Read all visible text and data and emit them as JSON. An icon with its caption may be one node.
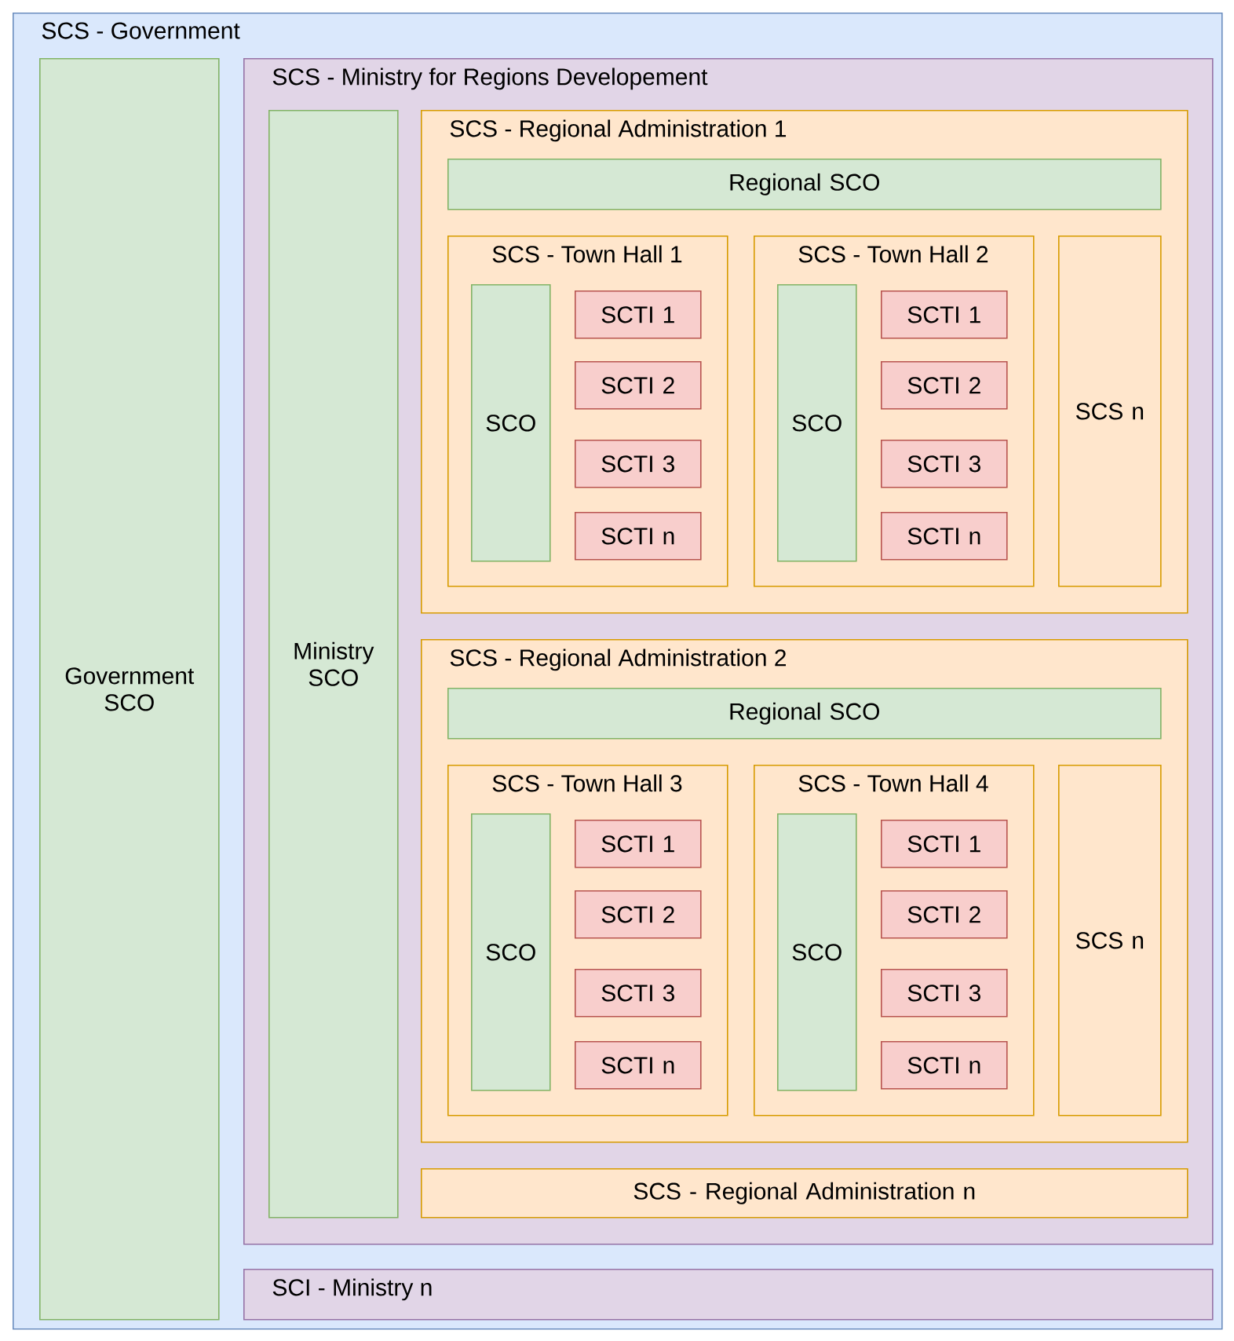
{
  "diagram": {
    "nodes": [
      {
        "text": [
          "SCS - Government"
        ]
      },
      {
        "text": [
          "Government SCO"
        ],
        "in": 0
      },
      {
        "text": [
          "SCS - Ministry for Regions Developement"
        ],
        "in": 0
      },
      {
        "text": [
          "Ministry SCO"
        ],
        "in": 2
      },
      {
        "text": [
          "SCS - Regional Administration 1"
        ],
        "in": 2
      },
      {
        "text": [
          "Regional SCO"
        ],
        "in": 4
      },
      {
        "text": [
          "SCS - Town Hall 1"
        ],
        "in": 4
      },
      {
        "text": [
          "SCO"
        ],
        "in": 6
      },
      {
        "text": [
          "SCTI 1"
        ],
        "in": 6
      },
      {
        "text": [
          "SCTI 2"
        ],
        "in": 6
      },
      {
        "text": [
          "SCTI 3"
        ],
        "in": 6
      },
      {
        "text": [
          "SCTI n"
        ],
        "in": 6
      },
      {
        "text": [
          "SCS - Town Hall 2"
        ],
        "in": 4
      },
      {
        "text": [
          "SCO"
        ],
        "in": 12
      },
      {
        "text": [
          "SCTI 1"
        ],
        "in": 12
      },
      {
        "text": [
          "SCTI 2"
        ],
        "in": 12
      },
      {
        "text": [
          "SCTI 3"
        ],
        "in": 12
      },
      {
        "text": [
          "SCTI n"
        ],
        "in": 12
      },
      {
        "text": [
          "SCS n"
        ],
        "in": 4
      },
      {
        "text": [
          "SCS - Regional Administration 2"
        ],
        "in": 2
      },
      {
        "text": [
          "Regional SCO"
        ],
        "in": 19
      },
      {
        "text": [
          "SCS - Town Hall 3"
        ],
        "in": 19
      },
      {
        "text": [
          "SCO"
        ],
        "in": 21
      },
      {
        "text": [
          "SCTI 1"
        ],
        "in": 21
      },
      {
        "text": [
          "SCTI 2"
        ],
        "in": 21
      },
      {
        "text": [
          "SCTI 3"
        ],
        "in": 21
      },
      {
        "text": [
          "SCTI n"
        ],
        "in": 21
      },
      {
        "text": [
          "SCS - Town Hall 4"
        ],
        "in": 19
      },
      {
        "text": [
          "SCO"
        ],
        "in": 27
      },
      {
        "text": [
          "SCTI 1"
        ],
        "in": 27
      },
      {
        "text": [
          "SCTI 2"
        ],
        "in": 27
      },
      {
        "text": [
          "SCTI 3"
        ],
        "in": 27
      },
      {
        "text": [
          "SCTI n"
        ],
        "in": 27
      },
      {
        "text": [
          "SCS n"
        ],
        "in": 19
      },
      {
        "text": [
          "SCS - Regional Administration n"
        ],
        "in": 2
      },
      {
        "text": [
          "SCI - Ministry n"
        ],
        "in": 0
      }
    ]
  }
}
